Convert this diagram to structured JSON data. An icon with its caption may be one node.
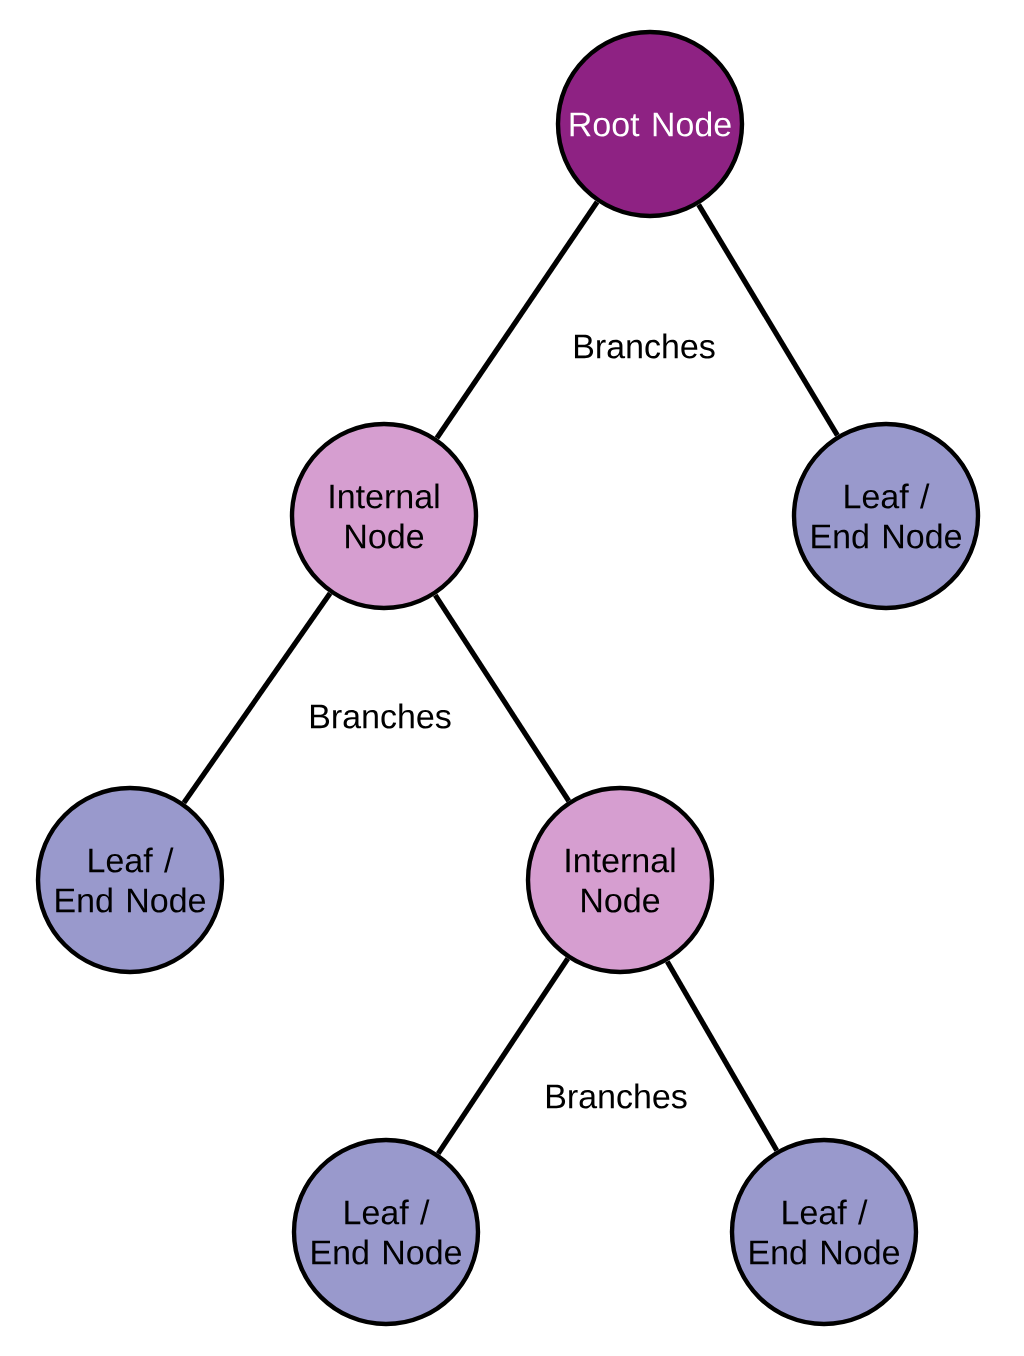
{
  "diagram": {
    "nodes": [
      {
        "text": [
          "Root Node"
        ]
      },
      {
        "text": [
          "Internal Node"
        ]
      },
      {
        "text": [
          "Leaf / End Node"
        ]
      },
      {
        "text": [
          "Leaf / End Node"
        ]
      },
      {
        "text": [
          "Internal Node"
        ]
      },
      {
        "text": [
          "Leaf / End Node"
        ]
      },
      {
        "text": [
          "Leaf / End Node"
        ]
      }
    ],
    "edges": [
      {
        "from": 0,
        "to": 1,
        "arrow": "none"
      },
      {
        "from": 0,
        "to": 2,
        "arrow": "none"
      },
      {
        "from": 1,
        "to": 3,
        "arrow": "none"
      },
      {
        "from": 1,
        "to": 4,
        "arrow": "none"
      },
      {
        "from": 4,
        "to": 5,
        "arrow": "none"
      },
      {
        "from": 4,
        "to": 6,
        "arrow": "none"
      }
    ],
    "labels": [
      "Branches",
      "Branches",
      "Branches"
    ]
  }
}
